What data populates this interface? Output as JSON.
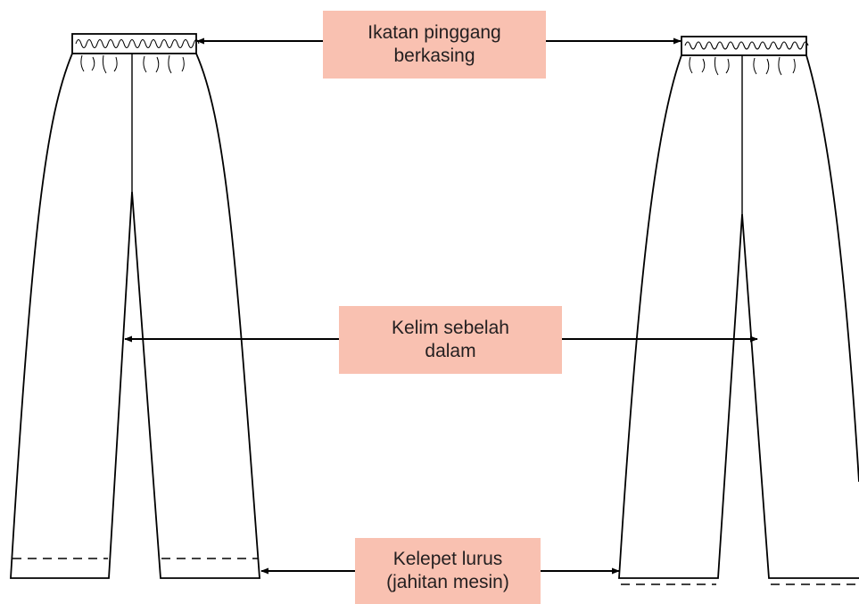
{
  "colors": {
    "label_fill": "#f9c1b1",
    "line": "#000000",
    "text": "#231f20",
    "background": "#ffffff"
  },
  "labels": {
    "waistband": {
      "line1": "Ikatan pinggang",
      "line2": "berkasing"
    },
    "inseam": {
      "line1": "Kelim sebelah",
      "line2": "dalam"
    },
    "hem": {
      "line1": "Kelepet lurus",
      "line2": "(jahitan mesin)"
    }
  }
}
